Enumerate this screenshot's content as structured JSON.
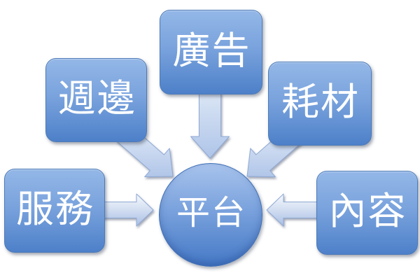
{
  "diagram": {
    "type": "converging-radial",
    "center": {
      "label": "平台"
    },
    "nodes": [
      {
        "position": "top",
        "label": "廣告"
      },
      {
        "position": "upper-left",
        "label": "週邊"
      },
      {
        "position": "upper-right",
        "label": "耗材"
      },
      {
        "position": "left",
        "label": "服務"
      },
      {
        "position": "right",
        "label": "內容"
      }
    ],
    "colors": {
      "node_gradient_top": "#93b7e7",
      "node_gradient_bottom": "#4d80c9",
      "circle_gradient_top": "#a8c3ec",
      "circle_gradient_bottom": "#4579c6",
      "arrow_gradient_top": "#f8fafd",
      "arrow_gradient_bottom": "#a9bfe5",
      "arrow_outline": "#8fa9d4",
      "label_text": "#ffffff",
      "background": "#ffffff"
    }
  }
}
